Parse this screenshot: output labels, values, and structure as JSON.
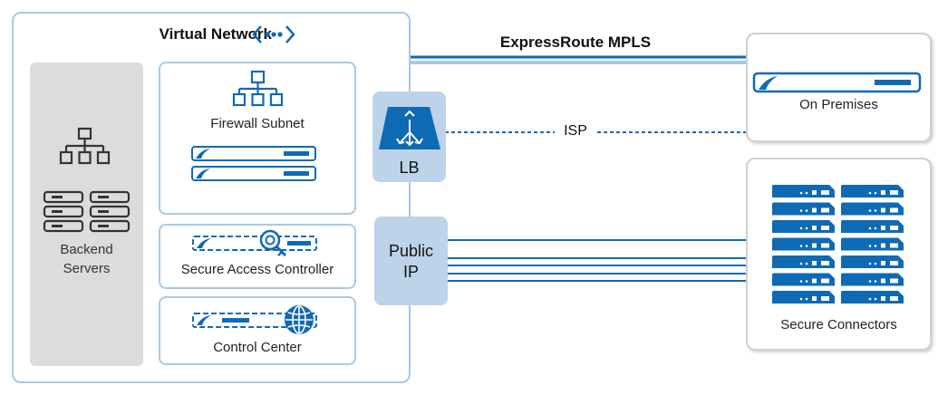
{
  "virtual_network": {
    "title": "Virtual Network"
  },
  "backend": {
    "label_line1": "Backend",
    "label_line2": "Servers"
  },
  "firewall_subnet": {
    "label": "Firewall Subnet"
  },
  "secure_access_controller": {
    "label": "Secure Access Controller"
  },
  "control_center": {
    "label": "Control Center"
  },
  "load_balancer": {
    "label": "LB"
  },
  "public_ip": {
    "label_line1": "Public",
    "label_line2": "IP"
  },
  "links": {
    "expressroute": "ExpressRoute MPLS",
    "isp": "ISP"
  },
  "on_premises": {
    "label": "On Premises"
  },
  "secure_connectors": {
    "label": "Secure Connectors"
  },
  "colors": {
    "brand_blue": "#0f6ab4",
    "light_blue": "#bcd3ea",
    "border_blue": "#a9c9e2",
    "gray": "#dcdcdc"
  }
}
